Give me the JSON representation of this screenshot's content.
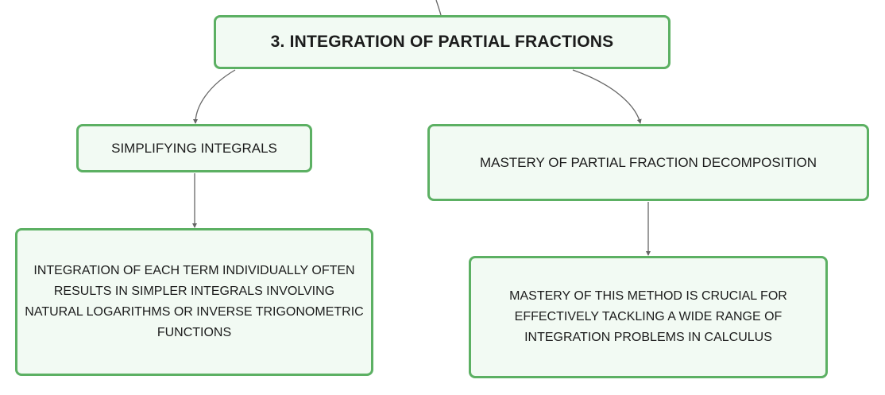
{
  "diagram": {
    "root": {
      "label": "3. INTEGRATION OF PARTIAL FRACTIONS"
    },
    "branches": [
      {
        "label": "SIMPLIFYING INTEGRALS",
        "detail": "INTEGRATION OF EACH TERM INDIVIDUALLY OFTEN RESULTS IN SIMPLER INTEGRALS INVOLVING NATURAL LOGARITHMS OR INVERSE TRIGONOMETRIC FUNCTIONS"
      },
      {
        "label": "MASTERY OF PARTIAL FRACTION DECOMPOSITION",
        "detail": "MASTERY OF THIS METHOD IS CRUCIAL FOR EFFECTIVELY TACKLING A WIDE RANGE OF INTEGRATION PROBLEMS IN CALCULUS"
      }
    ]
  },
  "colors": {
    "node_border": "#5cb063",
    "node_fill": "#f2faf3",
    "connector": "#666666",
    "text": "#1c1c1c"
  }
}
